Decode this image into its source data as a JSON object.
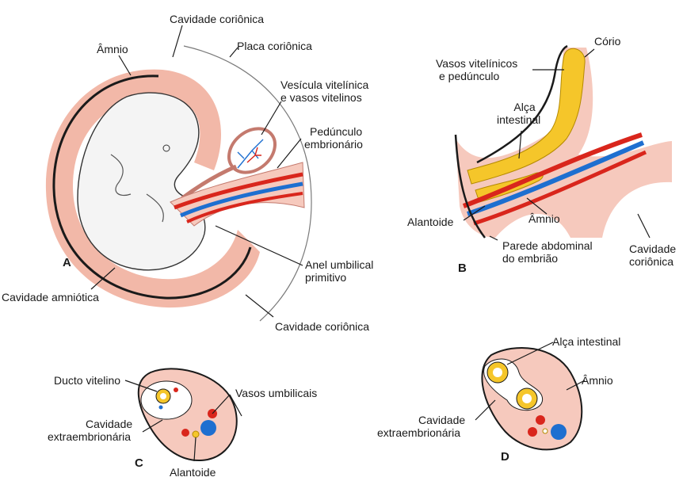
{
  "panels": {
    "a": "A",
    "b": "B",
    "c": "C",
    "d": "D"
  },
  "labels": {
    "a_amnio": "Âmnio",
    "a_cavidade_corionica_top": "Cavidade coriônica",
    "a_placa_corionica": "Placa coriônica",
    "a_vesicula_l1": "Vesícula vitelínica",
    "a_vesicula_l2": "e vasos vitelinos",
    "a_pedunculo_l1": "Pedúnculo",
    "a_pedunculo_l2": "embrionário",
    "a_anel_l1": "Anel umbilical",
    "a_anel_l2": "primitivo",
    "a_cavidade_amniotica": "Cavidade amniótica",
    "a_cavidade_corionica_bottom": "Cavidade coriônica",
    "b_corio": "Cório",
    "b_vasos_l1": "Vasos vitelínicos",
    "b_vasos_l2": "e pedúnculo",
    "b_alca_l1": "Alça",
    "b_alca_l2": "intestinal",
    "b_alantoide": "Alantoide",
    "b_amnio": "Âmnio",
    "b_parede_l1": "Parede abdominal",
    "b_parede_l2": "do embrião",
    "b_cavidade_l1": "Cavidade",
    "b_cavidade_l2": "coriônica",
    "c_ducto": "Ducto vitelino",
    "c_vasos": "Vasos umbilicais",
    "c_cavidade_l1": "Cavidade",
    "c_cavidade_l2": "extraembrionária",
    "c_alantoide": "Alantoide",
    "d_alca": "Alça intestinal",
    "d_amnio": "Âmnio",
    "d_cavidade_l1": "Cavidade",
    "d_cavidade_l2": "extraembrionária"
  },
  "colors": {
    "amnion_pink": "#f2b8a8",
    "tissue_pink": "#f6c9bd",
    "artery_red": "#d9261c",
    "vein_blue": "#1e6fd0",
    "yolk_yellow": "#f5c62a",
    "outline": "#1a1a1a"
  }
}
